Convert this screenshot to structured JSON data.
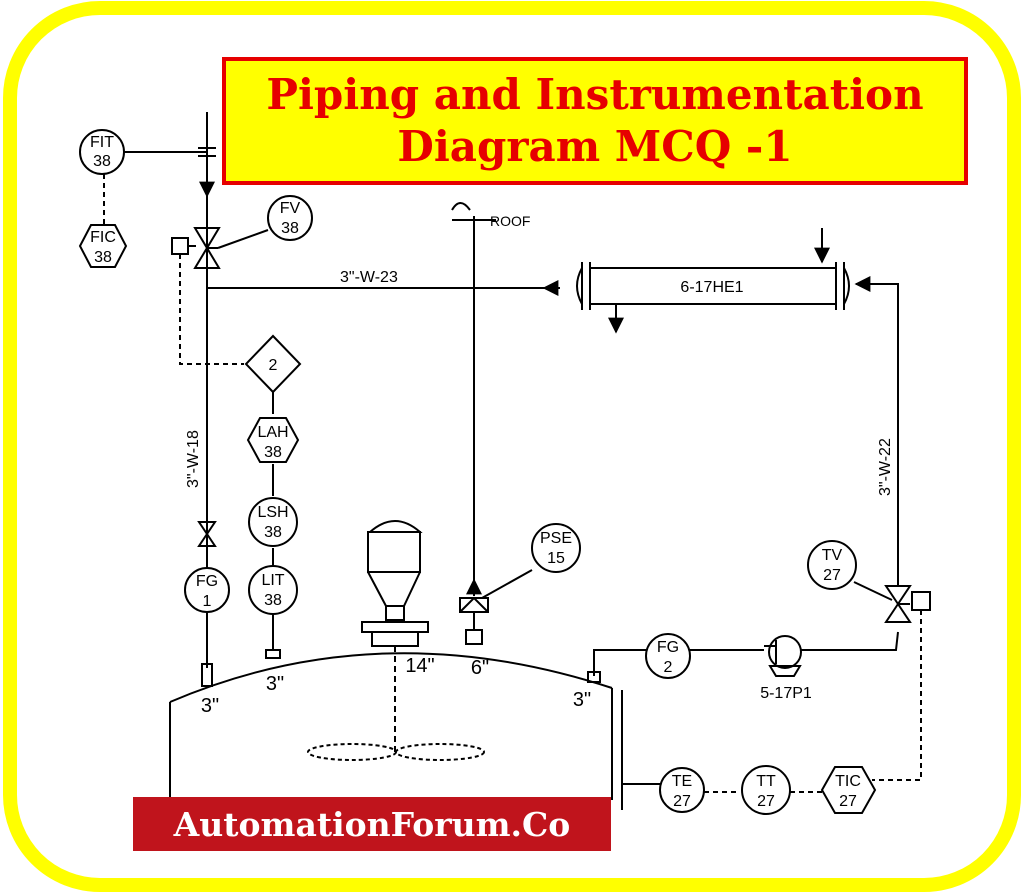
{
  "title": {
    "line1": "Piping and Instrumentation",
    "line2": "Diagram MCQ -1"
  },
  "brand": "AutomationForum.Co",
  "colors": {
    "frame": "#ffff00",
    "title_border": "#e60000",
    "title_text": "#e60000",
    "brand_bg": "#c0141c"
  },
  "instruments": {
    "fit38": [
      "FIT",
      "38"
    ],
    "fic38": [
      "FIC",
      "38"
    ],
    "fv38": [
      "FV",
      "38"
    ],
    "lah38": [
      "LAH",
      "38"
    ],
    "lsh38": [
      "LSH",
      "38"
    ],
    "lit38": [
      "LIT",
      "38"
    ],
    "fg1": [
      "FG",
      "1"
    ],
    "pse15": [
      "PSE",
      "15"
    ],
    "tv27": [
      "TV",
      "27"
    ],
    "fg2": [
      "FG",
      "2"
    ],
    "te27": [
      "TE",
      "27"
    ],
    "tt27": [
      "TT",
      "27"
    ],
    "tic27": [
      "TIC",
      "27"
    ],
    "interlock": "2"
  },
  "lines": {
    "w23": "3\"-W-23",
    "w18": "3\"-W-18",
    "w22": "3\"-W-22"
  },
  "equipment": {
    "exchanger": "6-17HE1",
    "pump": "5-17P1",
    "roof": "ROOF"
  },
  "nozzles": {
    "n1": "3\"",
    "n2": "3\"",
    "n3": "14\"",
    "n4": "6\"",
    "n5": "3\""
  }
}
